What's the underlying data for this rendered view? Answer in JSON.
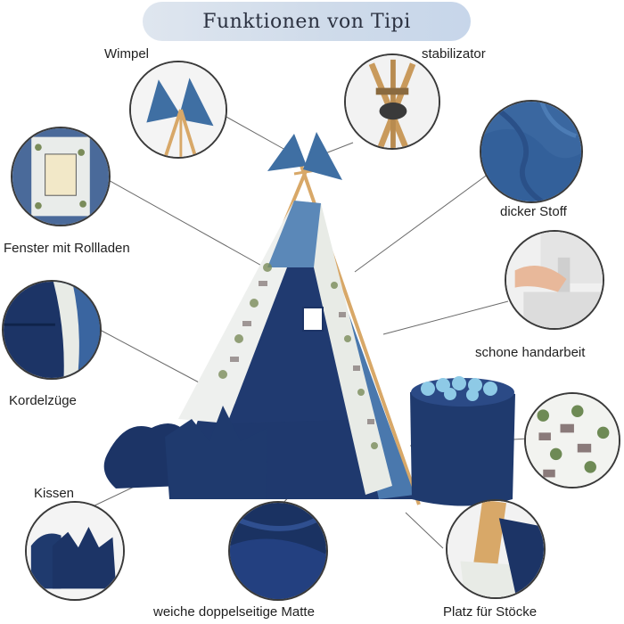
{
  "title": "Funktionen von Tipi",
  "labels": {
    "wimpel": "Wimpel",
    "stabilizator": "stabilizator",
    "dicker_stoff": "dicker Stoff",
    "fenster": "Fenster mit Rollladen",
    "handarbeit": "schone handarbeit",
    "kordelzuege": "Kordelzüge",
    "kissen": "Kissen",
    "matte": "weiche doppelseitige Matte",
    "platz": "Platz für Stöcke"
  },
  "colors": {
    "navy": "#1f3566",
    "blue": "#3f6fa3",
    "light_blue": "#5b88b8",
    "wood": "#d8a868",
    "title_bg": "#d3dfec",
    "connector": "#6a6a6a",
    "ball": "#8ecae6"
  }
}
